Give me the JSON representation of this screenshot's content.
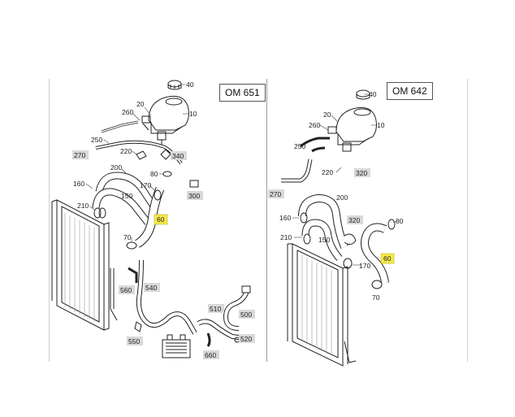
{
  "engines": {
    "left": "OM 651",
    "right": "OM 642"
  },
  "left_parts": {
    "p40": "40",
    "p20": "20",
    "p10": "10",
    "p260": "260",
    "p250": "250",
    "p270": "270",
    "p220": "220",
    "p340": "340",
    "p200": "200",
    "p80": "80",
    "p160": "160",
    "p170": "170",
    "p300": "300",
    "p150": "150",
    "p210": "210",
    "p60": "60",
    "p70": "70",
    "p560": "560",
    "p540": "540",
    "p510": "510",
    "p500": "500",
    "p550": "550",
    "p520": "520",
    "p660": "660"
  },
  "right_parts": {
    "p40": "40",
    "p20": "20",
    "p10": "10",
    "p260": "260",
    "p250": "250",
    "p220": "220",
    "p320": "320",
    "p270": "270",
    "p200": "200",
    "p160": "160",
    "p320b": "320",
    "p80": "80",
    "p210": "210",
    "p150": "150",
    "p170": "170",
    "p60": "60",
    "p70": "70"
  },
  "colors": {
    "highlight": "#f5e94a",
    "label_box": "#d9d9d9",
    "line": "#222222"
  }
}
